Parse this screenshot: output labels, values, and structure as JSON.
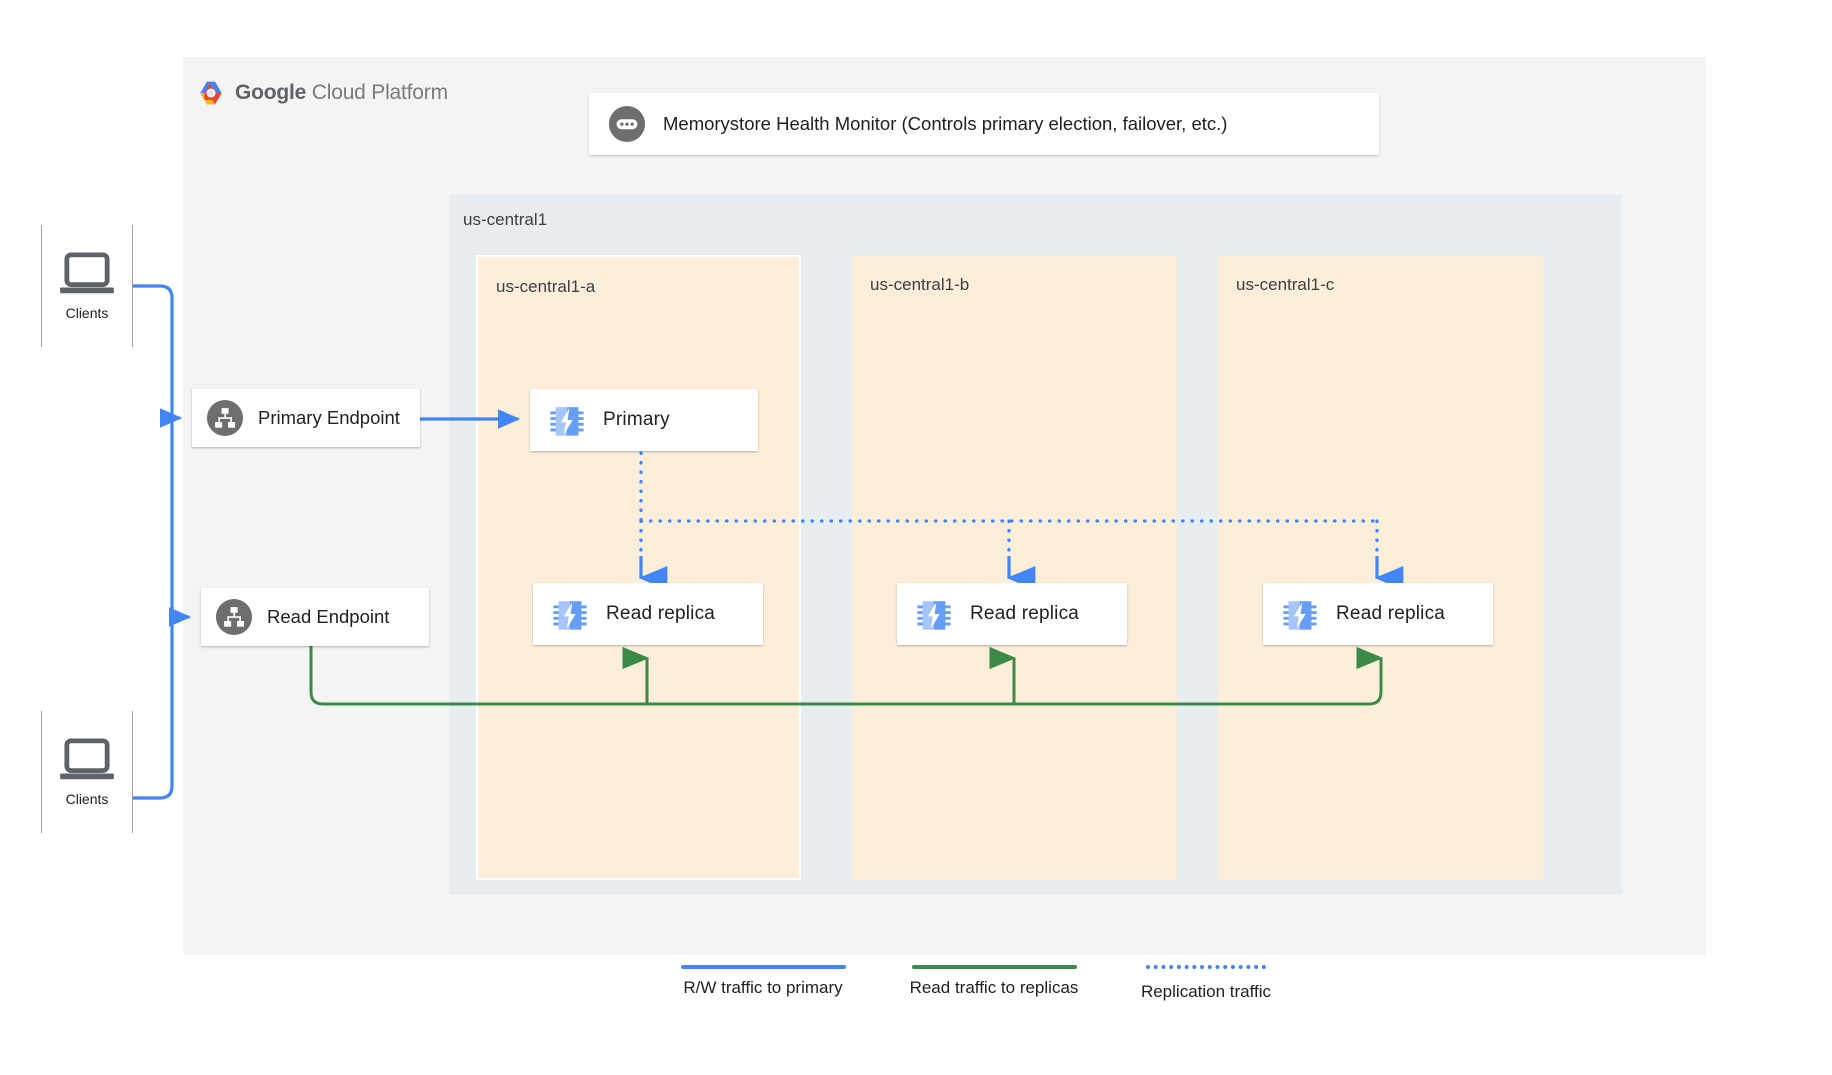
{
  "platform": {
    "name_bold": "Google",
    "name_light": "Cloud Platform",
    "logo_icon": "google-cloud-hexagon-icon",
    "panel_color": "#f4f4f4"
  },
  "health_monitor": {
    "label": "Memorystore Health Monitor (Controls primary election, failover, etc.)",
    "icon": "health-monitor-dots-icon"
  },
  "region": {
    "label": "us-central1",
    "background_color": "#e8edf2"
  },
  "zones": [
    {
      "label": "us-central1-a",
      "background_color": "#fdeeda"
    },
    {
      "label": "us-central1-b",
      "background_color": "#fdeeda"
    },
    {
      "label": "us-central1-c",
      "background_color": "#fdeeda"
    }
  ],
  "endpoints": [
    {
      "label": "Primary Endpoint",
      "icon": "network-hierarchy-icon"
    },
    {
      "label": "Read Endpoint",
      "icon": "network-hierarchy-icon"
    }
  ],
  "nodes": {
    "primary": {
      "label": "Primary",
      "icon": "memorystore-chip-icon",
      "zone": "us-central1-a"
    },
    "replicas": [
      {
        "label": "Read replica",
        "icon": "memorystore-chip-icon",
        "zone": "us-central1-a"
      },
      {
        "label": "Read replica",
        "icon": "memorystore-chip-icon",
        "zone": "us-central1-b"
      },
      {
        "label": "Read replica",
        "icon": "memorystore-chip-icon",
        "zone": "us-central1-c"
      }
    ]
  },
  "clients": [
    {
      "label": "Clients",
      "icon": "laptop-icon"
    },
    {
      "label": "Clients",
      "icon": "laptop-icon"
    }
  ],
  "legend": [
    {
      "label": "R/W traffic to primary",
      "style": "solid",
      "color": "#4285f4"
    },
    {
      "label": "Read traffic to replicas",
      "style": "solid",
      "color": "#3c8a48"
    },
    {
      "label": "Replication traffic",
      "style": "dotted",
      "color": "#4285f4"
    }
  ],
  "colors": {
    "blue": "#4285f4",
    "green": "#3c8a48",
    "gray_icon": "#5f6368",
    "chip_light": "#a6c5fa",
    "chip_mid": "#669df6"
  }
}
